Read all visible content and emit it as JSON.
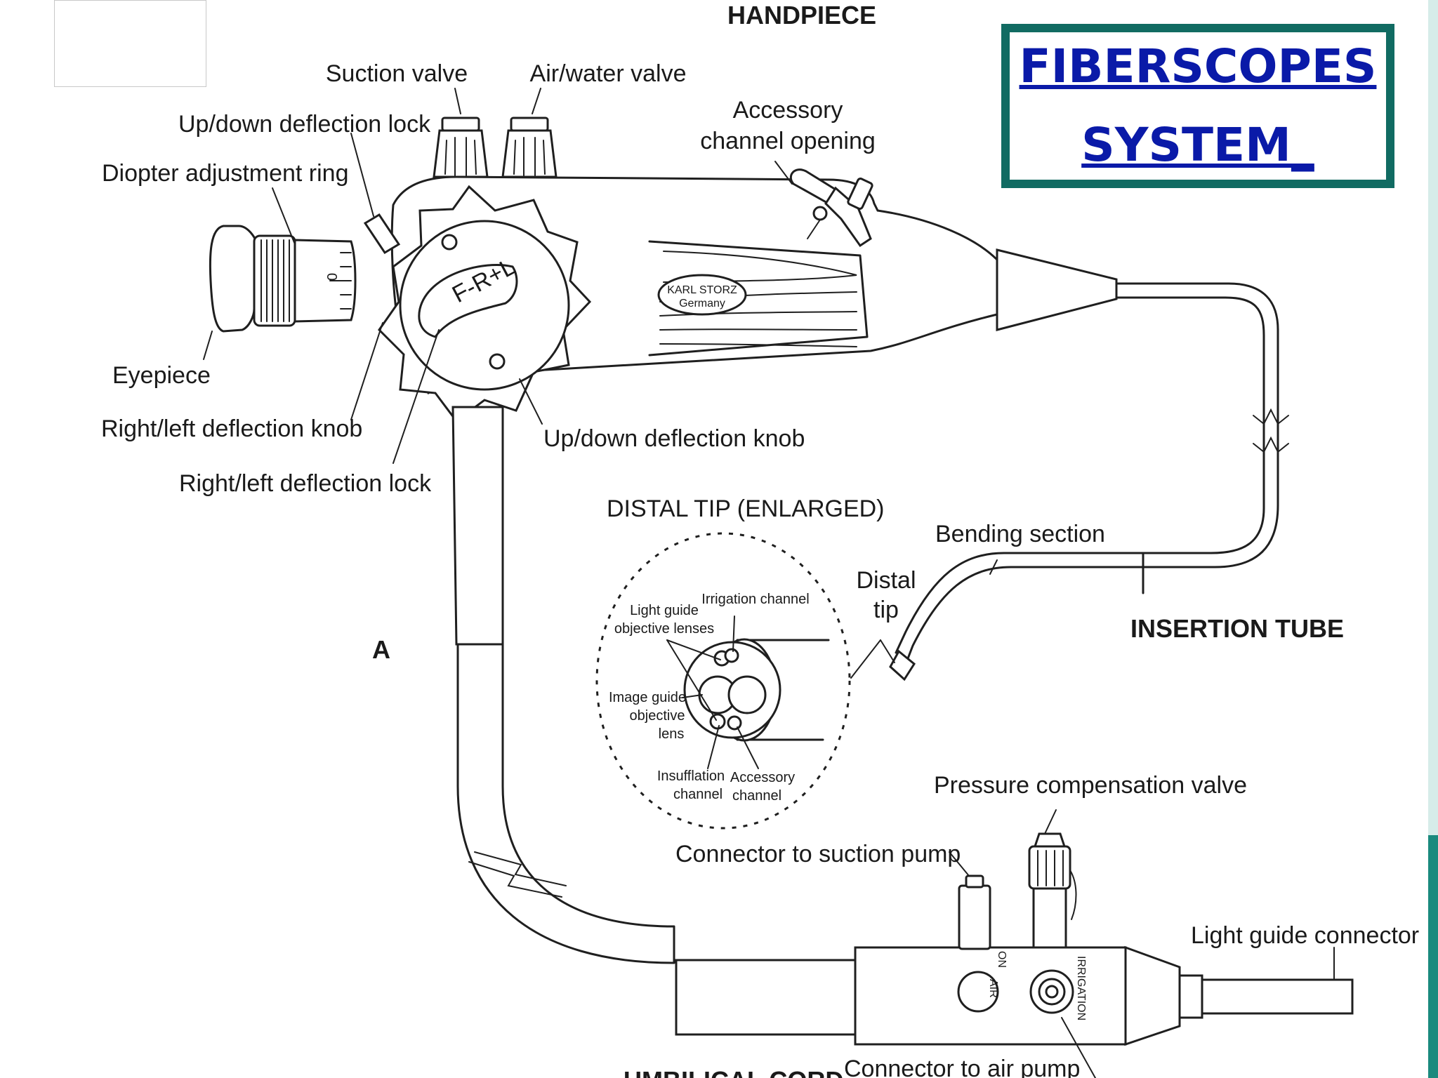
{
  "title": {
    "line1": "FIBERSCOPES",
    "line2": "SYSTEM_"
  },
  "labels": {
    "handpiece": "HANDPIECE",
    "suction_valve": "Suction valve",
    "air_water_valve": "Air/water valve",
    "up_down_deflection_lock": "Up/down deflection lock",
    "accessory_channel_opening_1": "Accessory",
    "accessory_channel_opening_2": "channel opening",
    "diopter_adjustment_ring": "Diopter adjustment ring",
    "eyepiece": "Eyepiece",
    "right_left_deflection_knob": "Right/left deflection knob",
    "right_left_deflection_lock": "Right/left deflection lock",
    "up_down_deflection_knob": "Up/down deflection knob",
    "distal_tip_enlarged": "DISTAL TIP (ENLARGED)",
    "bending_section": "Bending section",
    "distal_tip_1": "Distal",
    "distal_tip_2": "tip",
    "insertion_tube": "INSERTION TUBE",
    "figure_letter": "A",
    "light_guide_objective_lenses_1": "Light guide",
    "light_guide_objective_lenses_2": "objective lenses",
    "irrigation_channel": "Irrigation channel",
    "image_guide_objective_lens_1": "Image guide",
    "image_guide_objective_lens_2": "objective",
    "image_guide_objective_lens_3": "lens",
    "insufflation_channel_1": "Insufflation",
    "insufflation_channel_2": "channel",
    "accessory_channel_1": "Accessory",
    "accessory_channel_2": "channel",
    "pressure_compensation_valve": "Pressure compensation valve",
    "connector_to_suction_pump": "Connector to suction pump",
    "light_guide_connector": "Light guide connector",
    "connector_to_air_pump": "Connector to air pump",
    "umbilical_cord": "UMBILICAL CORD",
    "brand_1": "KARL STORZ",
    "brand_2": "Germany",
    "knob_marking": "F-R+L",
    "air": "AIR",
    "irrigation": "IRRIGATION",
    "on": "ON",
    "dial_zero": "0"
  },
  "colors": {
    "frame": "#116b62",
    "title": "#0a1aa8",
    "accent_bar": "#1b8a7e"
  }
}
